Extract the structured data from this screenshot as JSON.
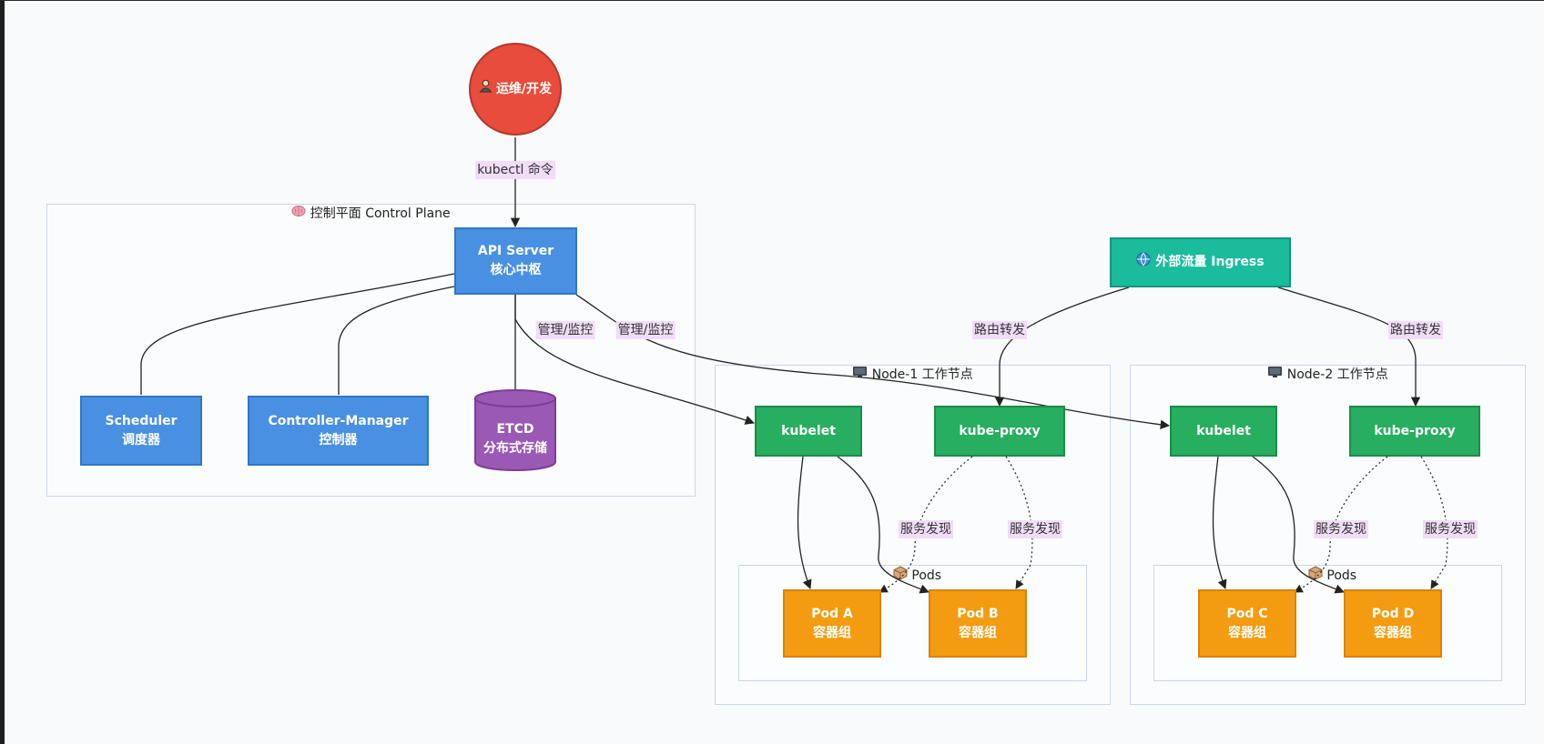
{
  "actor": {
    "icon": "person-icon",
    "label": "运维/开发"
  },
  "clusters": {
    "control_plane": {
      "icon": "brain-icon",
      "title": "控制平面 Control Plane"
    },
    "node1": {
      "icon": "monitor-icon",
      "title": "Node-1 工作节点"
    },
    "node2": {
      "icon": "monitor-icon",
      "title": "Node-2 工作节点"
    },
    "pods1": {
      "icon": "package-icon",
      "title": "Pods"
    },
    "pods2": {
      "icon": "package-icon",
      "title": "Pods"
    }
  },
  "nodes": {
    "api_server": [
      "API Server",
      "核心中枢"
    ],
    "scheduler": [
      "Scheduler",
      "调度器"
    ],
    "controller_manager": [
      "Controller-Manager",
      "控制器"
    ],
    "etcd": [
      "ETCD",
      "分布式存储"
    ],
    "ingress": {
      "icon": "globe-icon",
      "label": "外部流量 Ingress"
    },
    "kubelet1": "kubelet",
    "kubeproxy1": "kube-proxy",
    "kubelet2": "kubelet",
    "kubeproxy2": "kube-proxy",
    "pod_a": [
      "Pod A",
      "容器组"
    ],
    "pod_b": [
      "Pod B",
      "容器组"
    ],
    "pod_c": [
      "Pod C",
      "容器组"
    ],
    "pod_d": [
      "Pod D",
      "容器组"
    ]
  },
  "edge_labels": {
    "kubectl": "kubectl 命令",
    "manage1": "管理/监控",
    "manage2": "管理/监控",
    "route1": "路由转发",
    "route2": "路由转发",
    "discover_a": "服务发现",
    "discover_b": "服务发现",
    "discover_c": "服务发现",
    "discover_d": "服务发现"
  },
  "colors": {
    "actor": "#e74c3c",
    "control_plane_nodes": "#4a90e2",
    "etcd": "#9b59b6",
    "worker_components": "#27ae60",
    "pods": "#f39c12",
    "ingress": "#1abc9c",
    "edge_label_bg": "#f1ddf8"
  }
}
